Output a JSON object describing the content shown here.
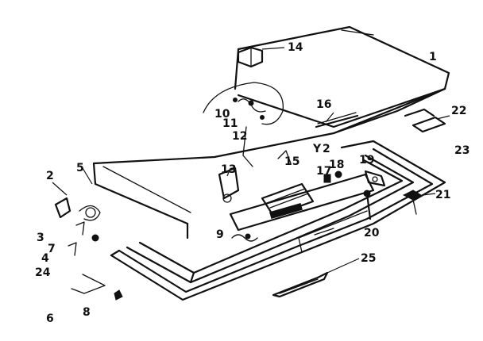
{
  "diagram": {
    "callouts": [
      {
        "id": "c1",
        "text": "1"
      },
      {
        "id": "c2",
        "text": "2"
      },
      {
        "id": "c3",
        "text": "3"
      },
      {
        "id": "c4",
        "text": "4"
      },
      {
        "id": "c5",
        "text": "5"
      },
      {
        "id": "c6",
        "text": "6"
      },
      {
        "id": "c7",
        "text": "7"
      },
      {
        "id": "c8",
        "text": "8"
      },
      {
        "id": "c9",
        "text": "9"
      },
      {
        "id": "c10",
        "text": "10"
      },
      {
        "id": "c11",
        "text": "11"
      },
      {
        "id": "c12",
        "text": "12"
      },
      {
        "id": "c13",
        "text": "13"
      },
      {
        "id": "c14",
        "text": "14"
      },
      {
        "id": "c15",
        "text": "15"
      },
      {
        "id": "c16",
        "text": "16"
      },
      {
        "id": "c17",
        "text": "17"
      },
      {
        "id": "c18",
        "text": "18"
      },
      {
        "id": "c19",
        "text": "19"
      },
      {
        "id": "c20",
        "text": "20"
      },
      {
        "id": "c21",
        "text": "21"
      },
      {
        "id": "c22",
        "text": "22"
      },
      {
        "id": "c23",
        "text": "23"
      },
      {
        "id": "c24",
        "text": "24"
      },
      {
        "id": "c25",
        "text": "25"
      },
      {
        "id": "c2b",
        "text": "2"
      },
      {
        "id": "cY",
        "text": "Y"
      }
    ]
  }
}
